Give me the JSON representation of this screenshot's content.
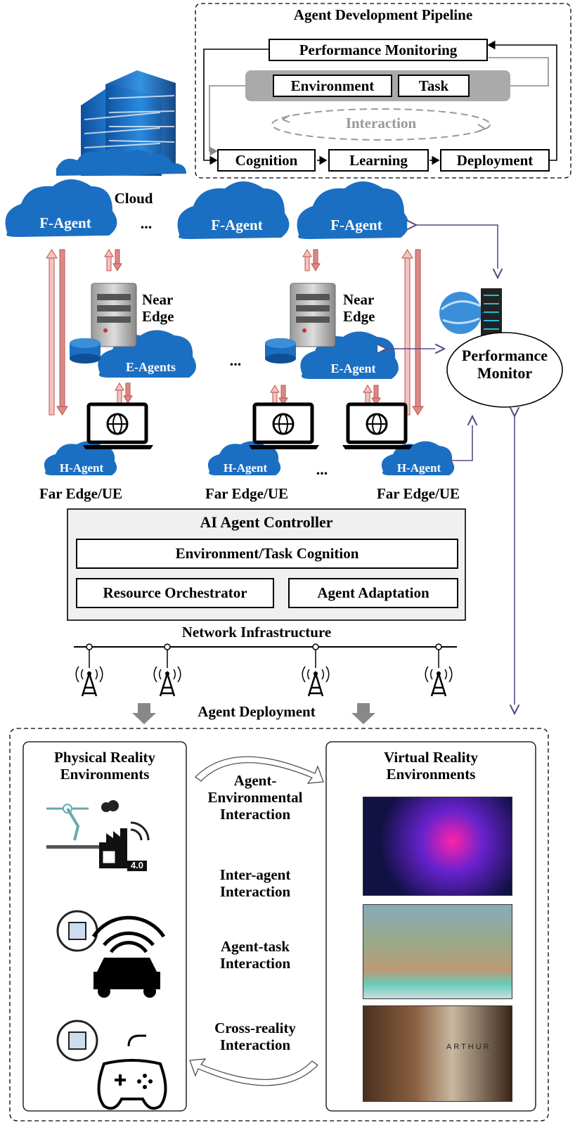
{
  "pipeline": {
    "title": "Agent Development Pipeline",
    "performance_monitoring": "Performance Monitoring",
    "environment": "Environment",
    "task": "Task",
    "interaction": "Interaction",
    "cognition": "Cognition",
    "learning": "Learning",
    "deployment": "Deployment"
  },
  "cloud_label": "Cloud",
  "f_agents": [
    "F-Agent",
    "F-Agent",
    "F-Agent"
  ],
  "ellipsis": "...",
  "near_edge": [
    "Near\nEdge",
    "Near\nEdge"
  ],
  "e_agents": [
    "E-Agents",
    "E-Agent"
  ],
  "h_agents": [
    "H-Agent",
    "H-Agent",
    "H-Agent"
  ],
  "far_edge": [
    "Far Edge/UE",
    "Far Edge/UE",
    "Far Edge/UE"
  ],
  "performance_monitor": "Performance\nMonitor",
  "controller": {
    "title": "AI Agent Controller",
    "env_task_cognition": "Environment/Task Cognition",
    "resource_orchestrator": "Resource Orchestrator",
    "agent_adaptation": "Agent Adaptation"
  },
  "network_infrastructure": "Network Infrastructure",
  "agent_deployment": "Agent Deployment",
  "physical": {
    "title": "Physical Reality\nEnvironments"
  },
  "virtual": {
    "title": "Virtual Reality\nEnvironments"
  },
  "interactions": [
    "Agent-\nEnvironmental\nInteraction",
    "Inter-agent\nInteraction",
    "Agent-task\nInteraction",
    "Cross-reality\nInteraction"
  ],
  "industry_badge": "4.0",
  "vr_brand": "ARTHUR",
  "colors": {
    "cloud_blue": "#1a6fc2",
    "arrow_red": "#c0504d",
    "arrow_pink": "#f2c4c1",
    "purple": "#5b4a8a"
  }
}
